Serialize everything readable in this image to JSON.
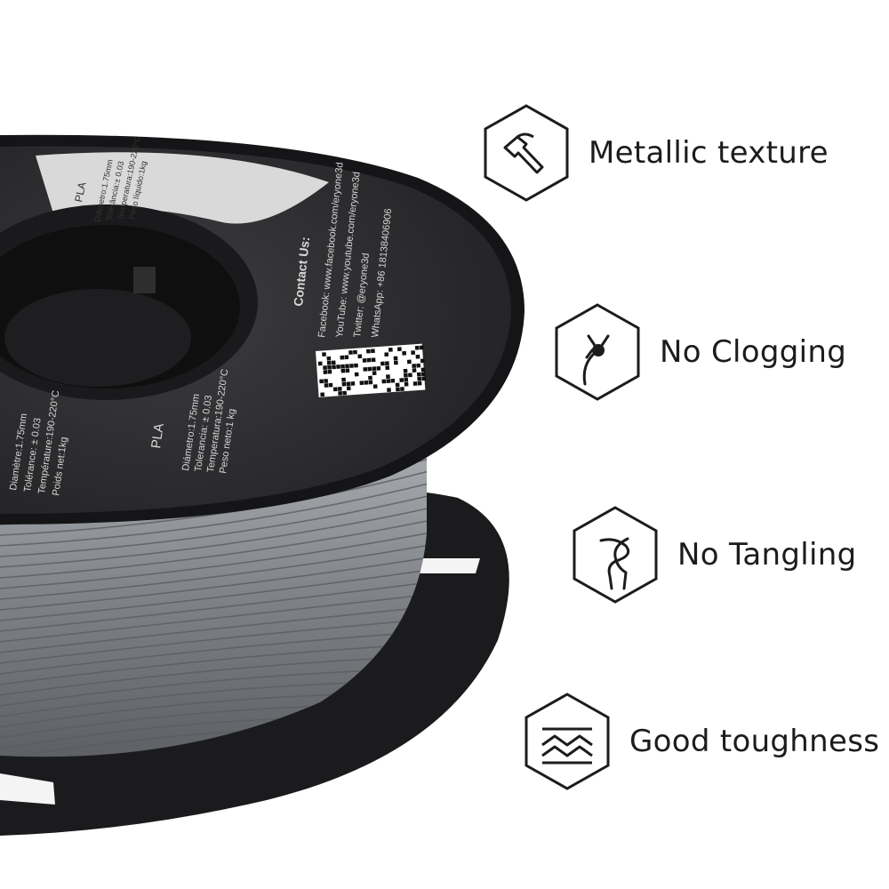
{
  "features": [
    {
      "label": "Metallic texture",
      "icon": "hammer-icon"
    },
    {
      "label": "No Clogging",
      "icon": "nozzle-icon"
    },
    {
      "label": "No Tangling",
      "icon": "knot-icon"
    },
    {
      "label": "Good toughness",
      "icon": "zigzag-layers-icon"
    }
  ],
  "spool": {
    "material": "PLA",
    "material_top": "PLA",
    "top_label_lines": [
      "Diâmetro:1.75mm",
      "Tolerância:± 0.03",
      "Temperatura:190-220°C",
      "Peso líquido:1kg"
    ],
    "contact_title": "Contact Us:",
    "contact_lines": [
      "Facebook: www.facebook.com/eryone3d",
      "YouTube: www.youtube.com/eryone3d",
      "Twitter: @eryone3d",
      "WhatsApp: +86 18138406906"
    ],
    "spanish_lines": [
      "Diámetro:1.75mm",
      "Tolerancia: ± 0.03",
      "Temperatura:190-220°C",
      "Peso neto:1 kg"
    ],
    "french_lines": [
      "Diamètre:1.75mm",
      "Tolérance: ± 0.03",
      "Température:190-220°C",
      "Poids net:1kg"
    ],
    "filament_color": "#8c8f93",
    "flange_color": "#2b2b2d"
  }
}
